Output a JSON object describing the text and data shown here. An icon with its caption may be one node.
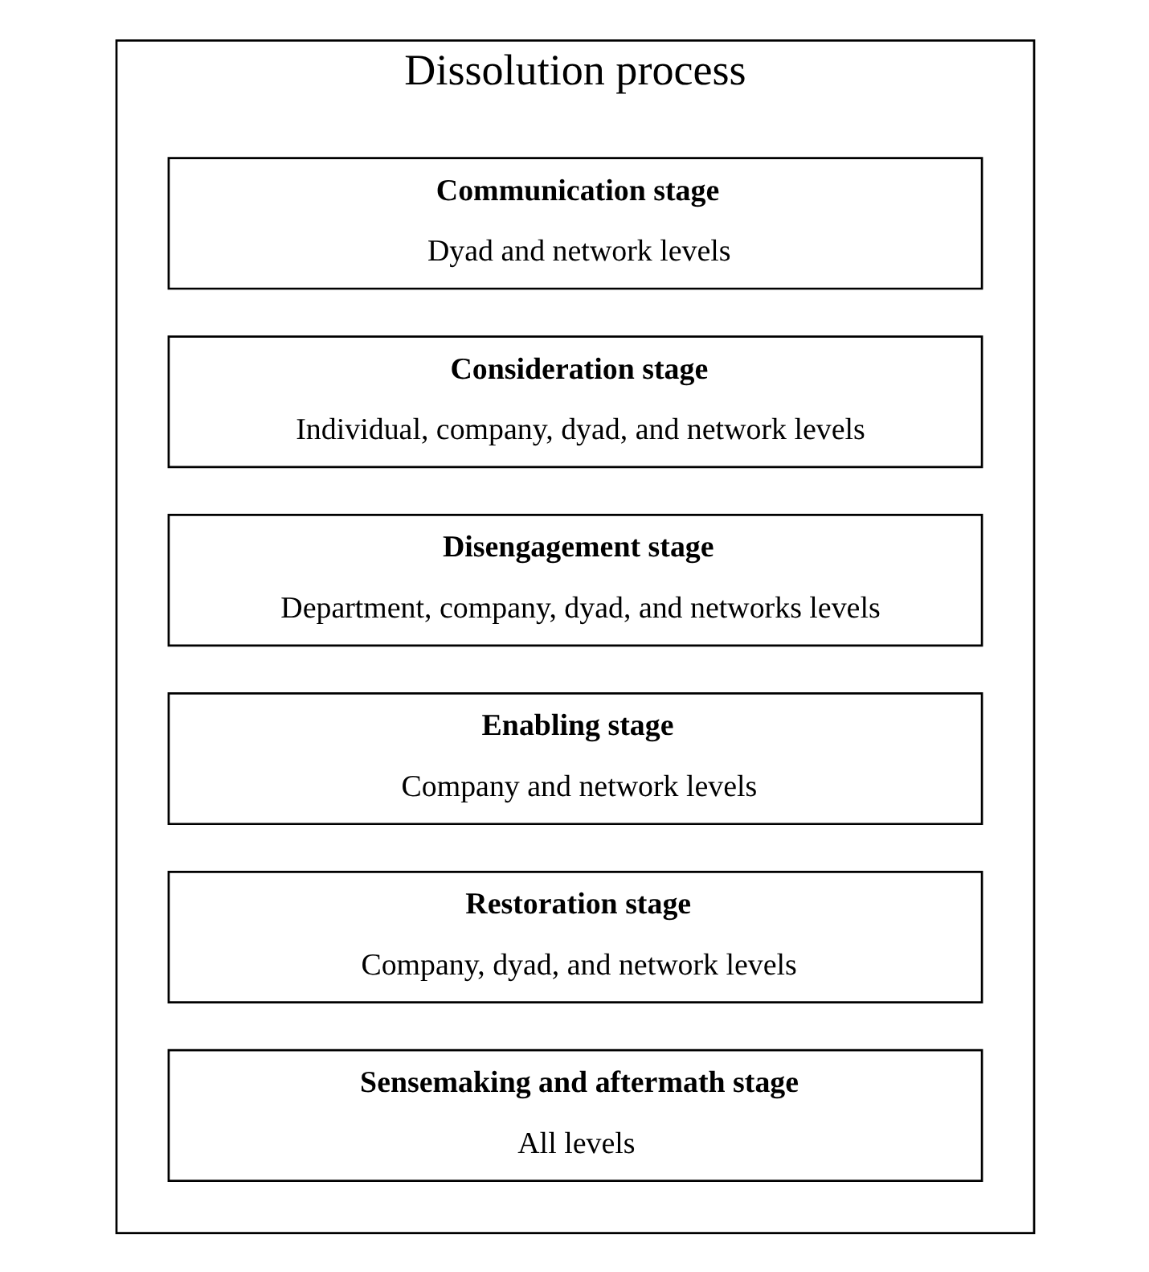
{
  "diagram": {
    "nodes": [
      {
        "text": [
          "Dissolution process"
        ]
      },
      {
        "text": [
          "Communication stage",
          "Dyad and network levels"
        ],
        "in": 0
      },
      {
        "text": [
          "Consideration stage",
          "Individual, company, dyad, and network levels"
        ],
        "in": 0
      },
      {
        "text": [
          "Disengagement stage",
          "Department, company, dyad, and networks levels"
        ],
        "in": 0
      },
      {
        "text": [
          "Enabling stage",
          "Company and network levels"
        ],
        "in": 0
      },
      {
        "text": [
          "Restoration stage",
          "Company, dyad, and network levels"
        ],
        "in": 0
      },
      {
        "text": [
          "Sensemaking and aftermath stage",
          "All levels"
        ],
        "in": 0
      }
    ],
    "edges": []
  }
}
